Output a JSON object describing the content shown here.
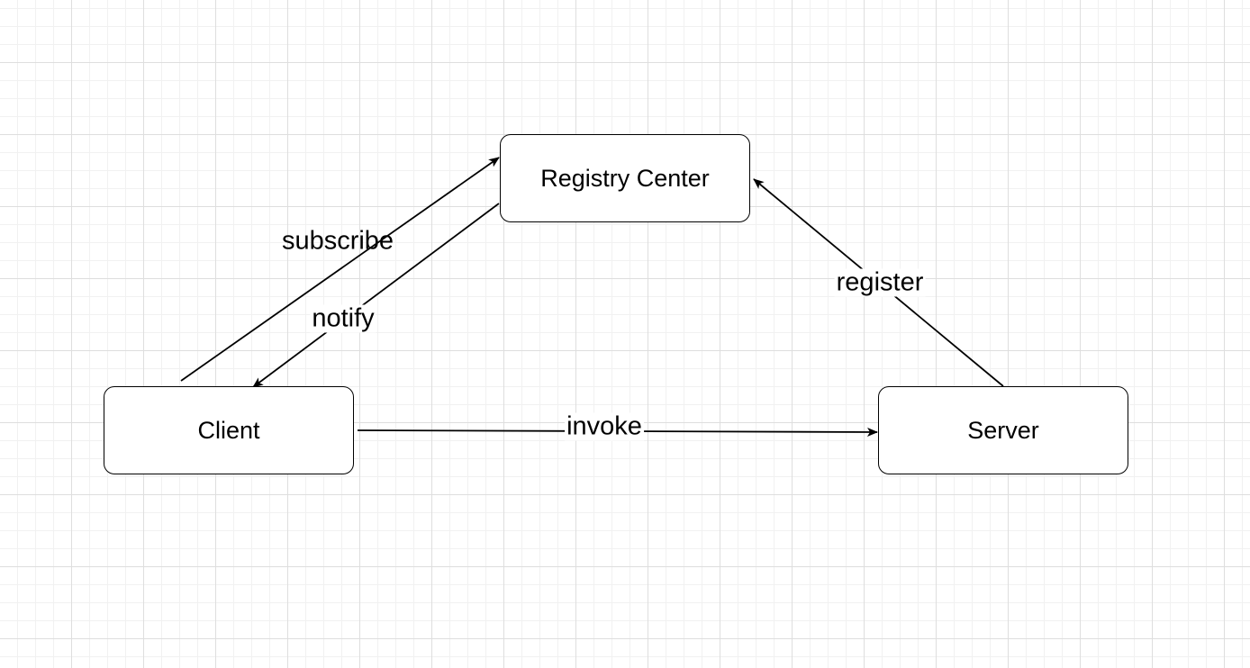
{
  "diagram": {
    "nodes": {
      "registry": {
        "label": "Registry Center"
      },
      "client": {
        "label": "Client"
      },
      "server": {
        "label": "Server"
      }
    },
    "edges": {
      "subscribe": {
        "from": "Client",
        "to": "Registry Center",
        "label": "subscribe"
      },
      "notify": {
        "from": "Registry Center",
        "to": "Client",
        "label": "notify"
      },
      "register": {
        "from": "Server",
        "to": "Registry Center",
        "label": "register"
      },
      "invoke": {
        "from": "Client",
        "to": "Server",
        "label": "invoke"
      }
    }
  },
  "colors": {
    "stroke": "#000000",
    "node_fill": "#ffffff",
    "grid_major": "#dedede",
    "grid_minor": "#f1f1f1"
  }
}
